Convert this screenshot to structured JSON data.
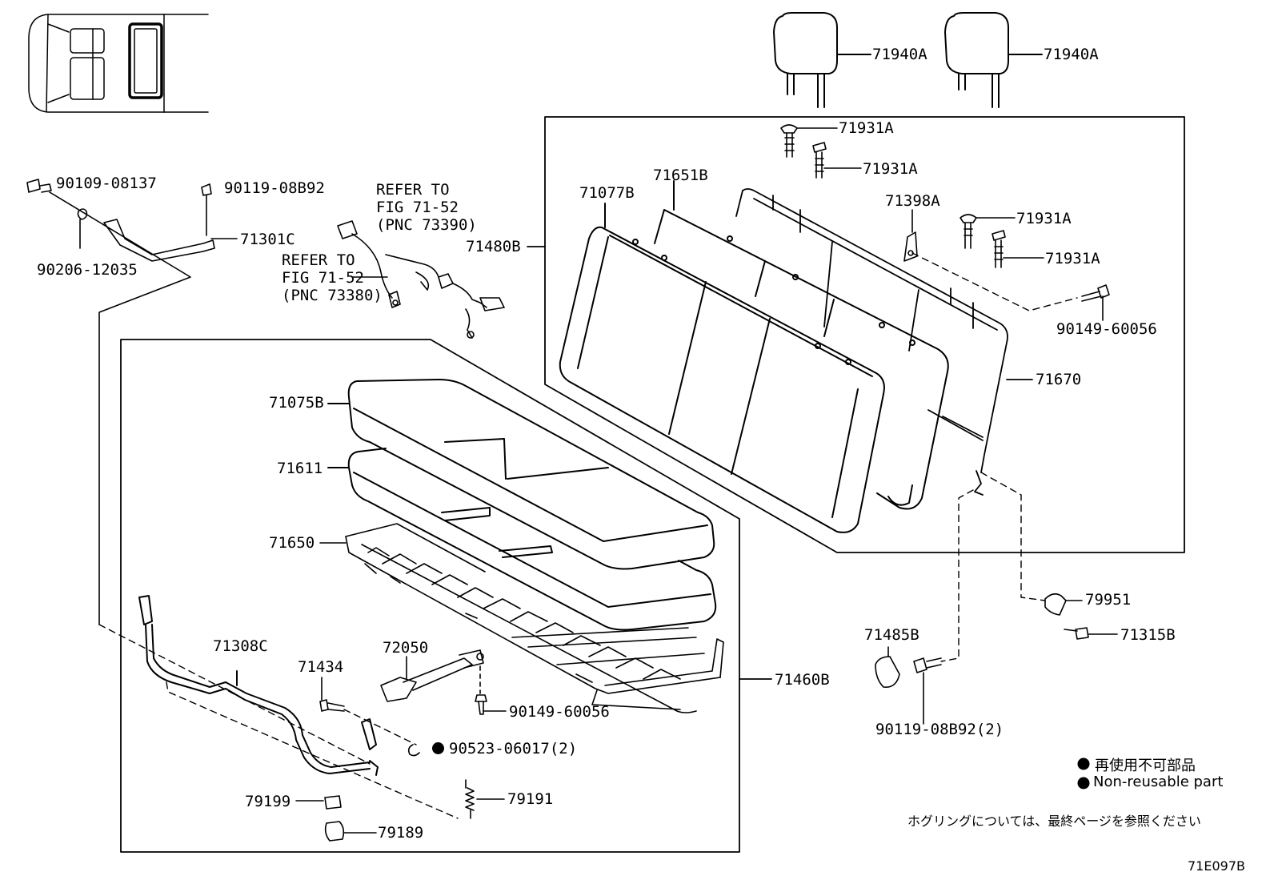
{
  "labels": {
    "p71940a_1": "71940A",
    "p71940a_2": "71940A",
    "p71931a_1": "71931A",
    "p71931a_2": "71931A",
    "p71931a_3": "71931A",
    "p71931a_4": "71931A",
    "p71651b": "71651B",
    "p71077b": "71077B",
    "p71398a": "71398A",
    "p71480b": "71480B",
    "p90149_60056_a": "90149-60056",
    "p71670": "71670",
    "p90109_08137": "90109-08137",
    "p90119_08b92": "90119-08B92",
    "p71301c": "71301C",
    "p90206_12035": "90206-12035",
    "p71075b": "71075B",
    "p71611": "71611",
    "p71650": "71650",
    "p71308c": "71308C",
    "p72050": "72050",
    "p71434": "71434",
    "p90149_60056_b": "90149-60056",
    "p71460b": "71460B",
    "p90523_06017": "90523-06017(2)",
    "p79199": "79199",
    "p79191": "79191",
    "p79189": "79189",
    "p79951": "79951",
    "p71315b": "71315B",
    "p71485b": "71485B",
    "p90119_08b92_2": "90119-08B92(2)"
  },
  "refer_a": "REFER TO\nFIG 71-52\n(PNC 73390)",
  "refer_b": "REFER TO\nFIG 71-52\n(PNC 73380)",
  "legend": {
    "jp": "再使用不可部品",
    "en": "Non-reusable part",
    "hog_note": "ホグリングについては、最終ページを参照ください"
  },
  "figure_code": "71E097B"
}
